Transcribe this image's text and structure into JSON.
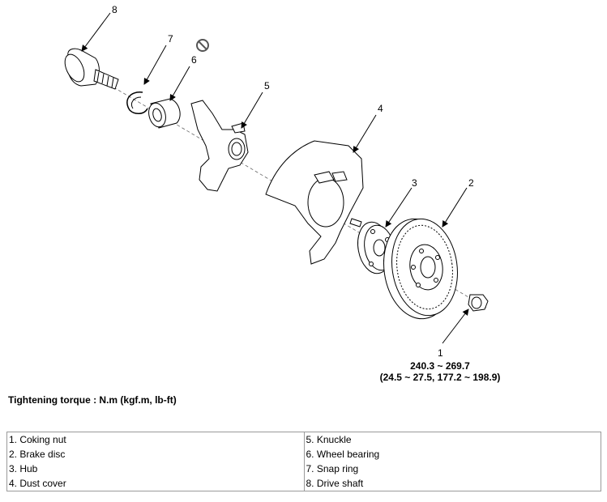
{
  "diagram": {
    "callouts": {
      "c1": "1",
      "c2": "2",
      "c3": "3",
      "c4": "4",
      "c5": "5",
      "c6": "6",
      "c7": "7",
      "c8": "8"
    },
    "torque_value": "240.3 ~ 269.7",
    "torque_alt": "(24.5 ~ 27.5, 177.2 ~ 198.9)"
  },
  "torque_title": "Tightening torque : N.m (kgf.m, lb-ft)",
  "parts": {
    "left": [
      "1. Coking nut",
      "2. Brake disc",
      "3. Hub",
      "4. Dust cover"
    ],
    "right": [
      "5. Knuckle",
      "6. Wheel bearing",
      "7. Snap ring",
      "8. Drive shaft"
    ]
  },
  "colors": {
    "line": "#000000",
    "border": "#9a9a9a"
  }
}
